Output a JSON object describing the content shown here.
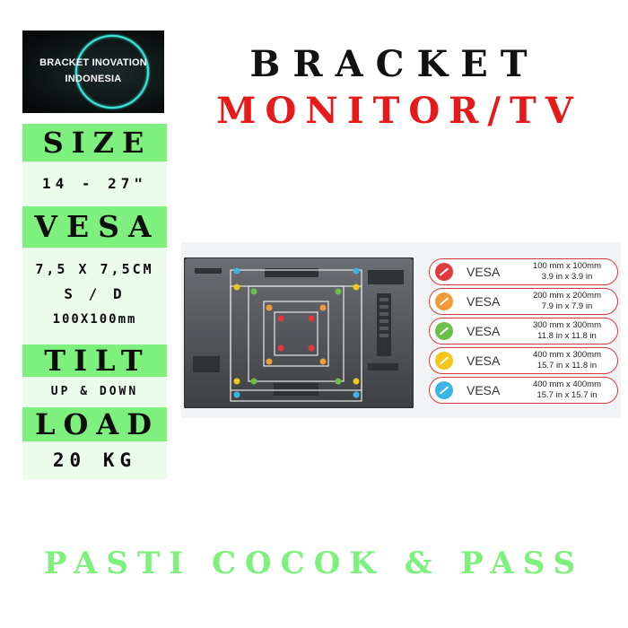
{
  "logo": {
    "line1": "BRACKET INOVATION",
    "line2": "INDONESIA"
  },
  "title": {
    "line1": "BRACKET",
    "line2": "MONITOR/TV"
  },
  "specs": {
    "size_label": "SIZE",
    "size_value": "14 - 27\"",
    "vesa_label": "VESA",
    "vesa_value1": "7,5 X 7,5CM",
    "vesa_value2": "S / D",
    "vesa_value3": "100X100mm",
    "tilt_label": "TILT",
    "tilt_value": "UP & DOWN",
    "load_label": "LOAD",
    "load_value": "20 KG"
  },
  "legend": [
    {
      "color": "#e4393c",
      "vesa": "VESA",
      "dim1": "100 mm x 100mm",
      "dim2": "3.9 in x 3.9 in"
    },
    {
      "color": "#f29a3a",
      "vesa": "VESA",
      "dim1": "200 mm x 200mm",
      "dim2": "7.9 in x 7.9 in"
    },
    {
      "color": "#6cc04a",
      "vesa": "VESA",
      "dim1": "300 mm x 300mm",
      "dim2": "11.8 in x 11.8 in"
    },
    {
      "color": "#f5c518",
      "vesa": "VESA",
      "dim1": "400 mm x 300mm",
      "dim2": "15.7 in x 11.8 in"
    },
    {
      "color": "#3bb5e8",
      "vesa": "VESA",
      "dim1": "400 mm x 400mm",
      "dim2": "15.7 in x 15.7 in"
    }
  ],
  "footer": "PASTI COCOK & PASS",
  "colors": {
    "accent_green": "#7ef07e",
    "title_red": "#e61a1a"
  }
}
